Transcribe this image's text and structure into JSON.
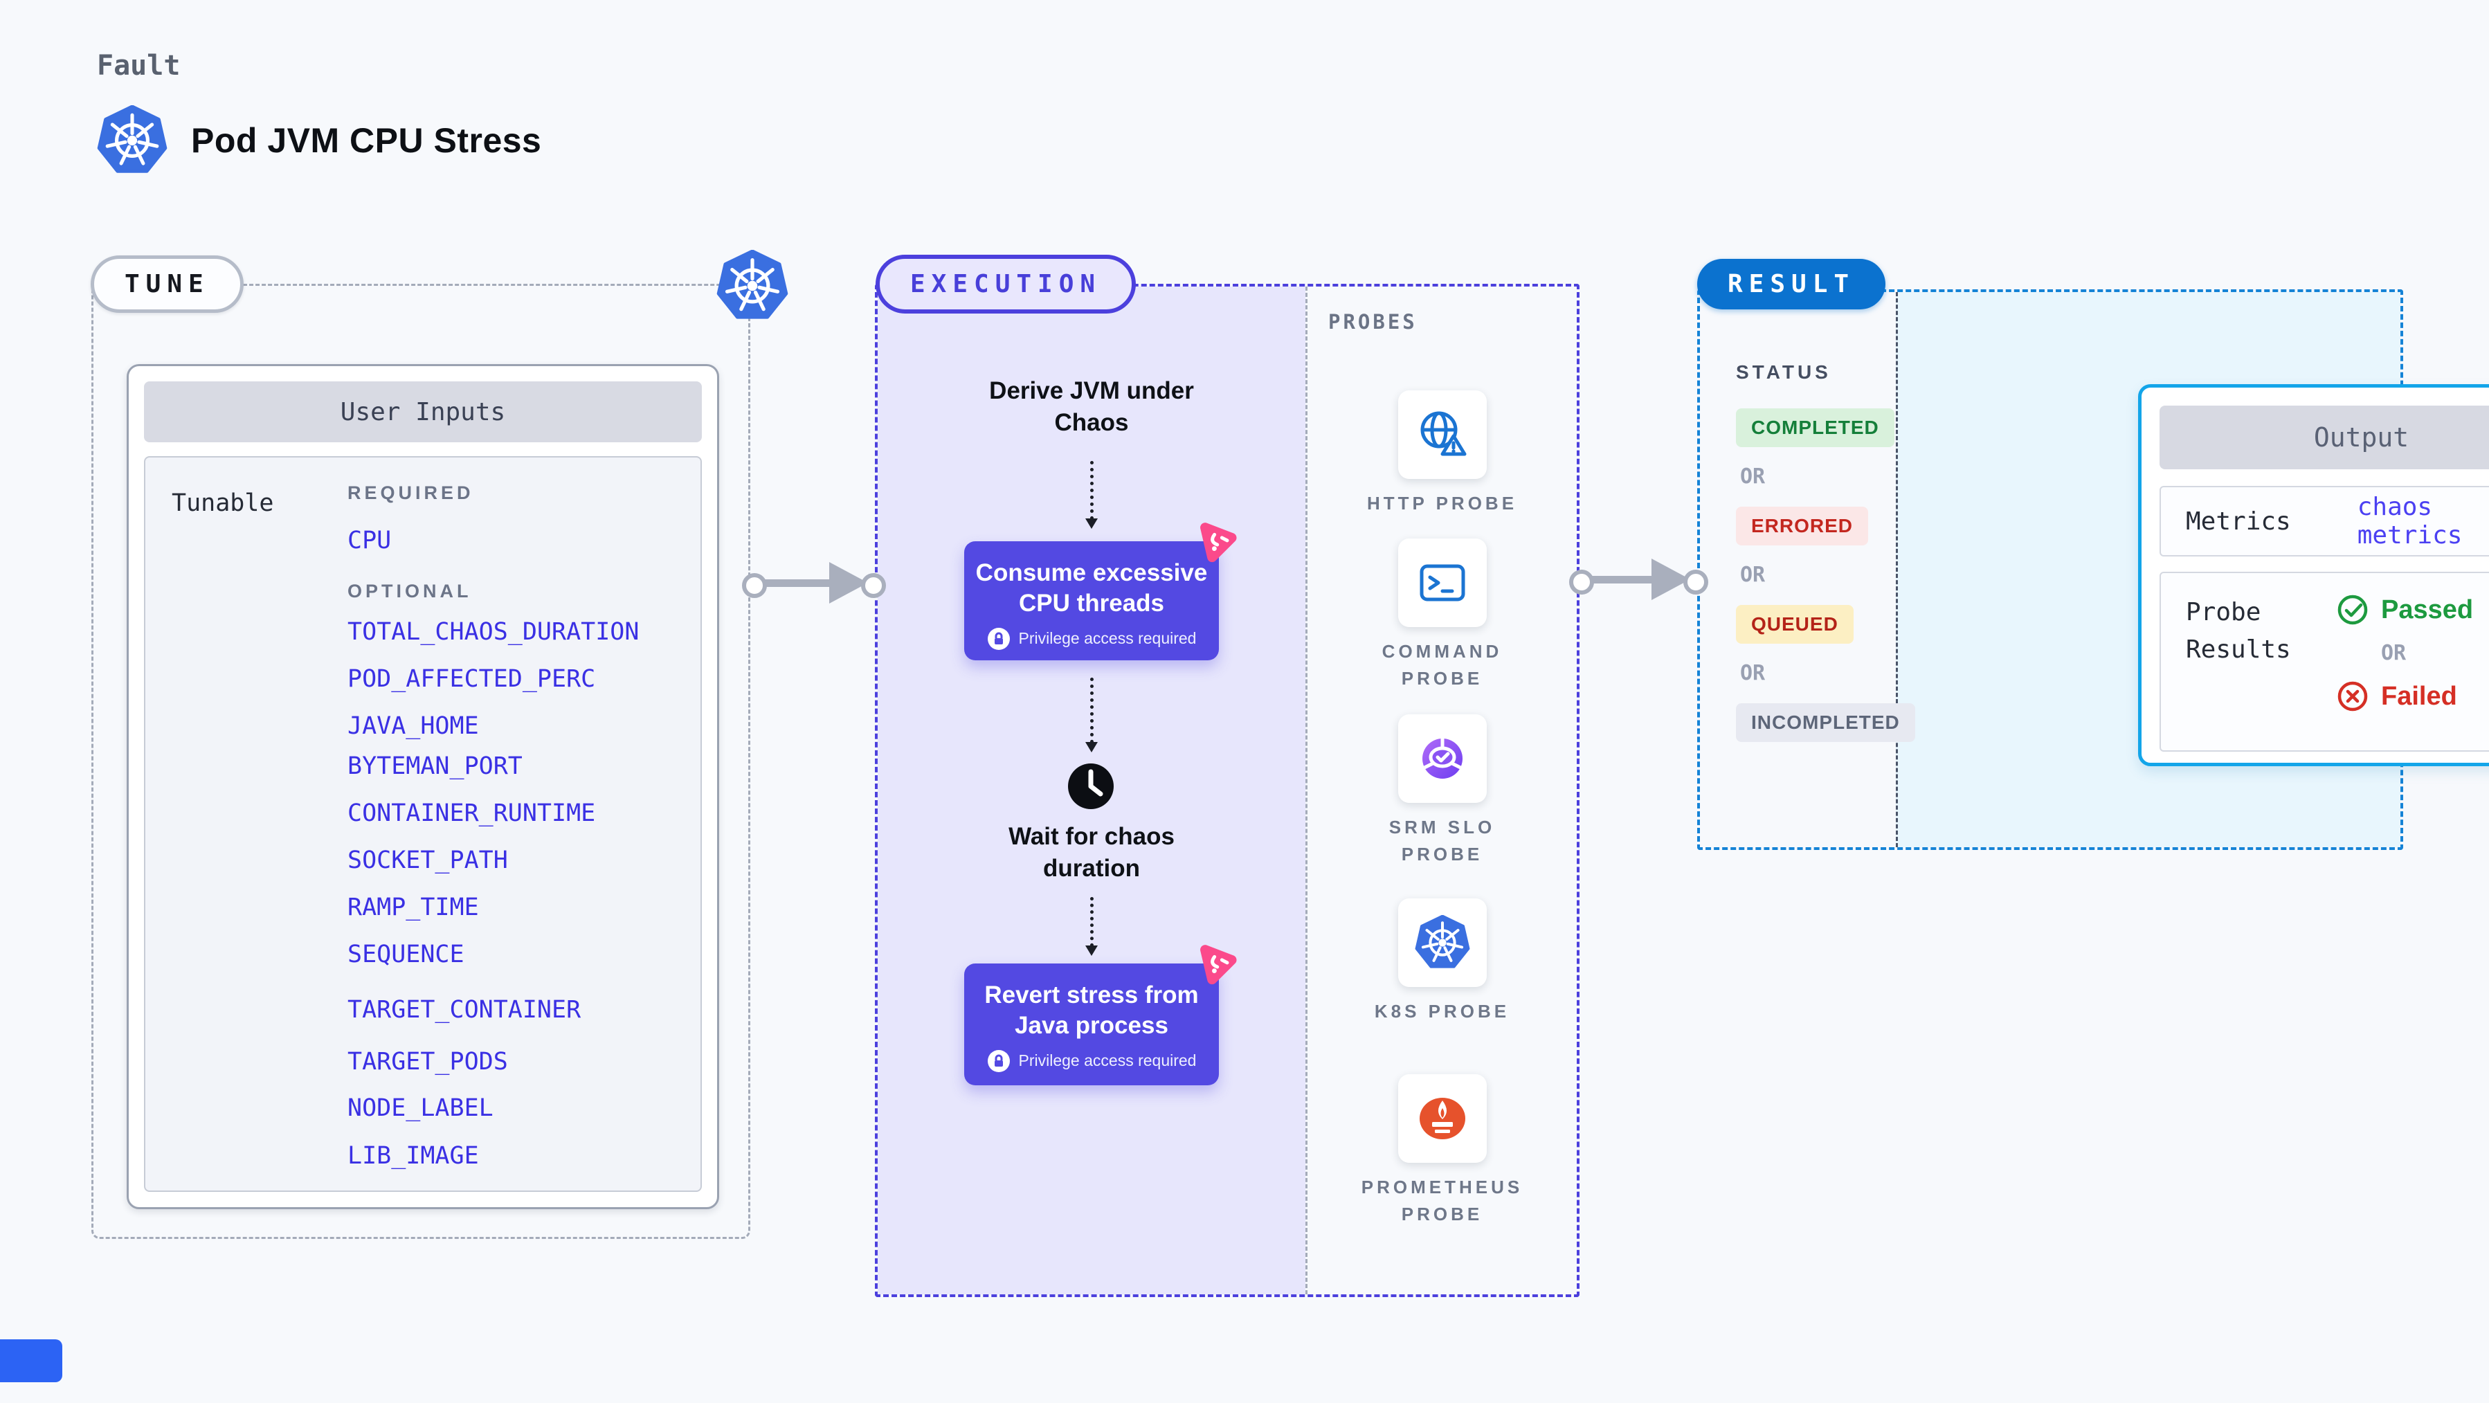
{
  "page": {
    "kicker": "Fault",
    "title": "Pod JVM CPU Stress"
  },
  "tune": {
    "badge": "TUNE",
    "card_title": "User Inputs",
    "row_label": "Tunable",
    "required_label": "REQUIRED",
    "required_items": [
      "CPU"
    ],
    "optional_label": "OPTIONAL",
    "optional_items": [
      "TOTAL_CHAOS_DURATION",
      "POD_AFFECTED_PERC",
      "JAVA_HOME",
      "BYTEMAN_PORT",
      "CONTAINER_RUNTIME",
      "SOCKET_PATH",
      "RAMP_TIME",
      "SEQUENCE",
      "TARGET_CONTAINER",
      "TARGET_PODS",
      "NODE_LABEL",
      "LIB_IMAGE"
    ]
  },
  "execution": {
    "badge": "EXECUTION",
    "step1": [
      "Derive JVM under",
      "Chaos"
    ],
    "box1": {
      "lines": [
        "Consume excessive",
        "CPU threads"
      ],
      "note": "Privilege access required"
    },
    "wait": [
      "Wait for chaos",
      "duration"
    ],
    "box2": {
      "lines": [
        "Revert stress from",
        "Java process"
      ],
      "note": "Privilege access required"
    },
    "probes": {
      "label": "PROBES",
      "items": [
        {
          "icon": "globe-alert-icon",
          "lines": [
            "HTTP PROBE"
          ]
        },
        {
          "icon": "terminal-icon",
          "lines": [
            "COMMAND",
            "PROBE"
          ]
        },
        {
          "icon": "slo-gauge-icon",
          "lines": [
            "SRM SLO",
            "PROBE"
          ]
        },
        {
          "icon": "kubernetes-icon",
          "lines": [
            "K8S PROBE"
          ]
        },
        {
          "icon": "prometheus-flame-icon",
          "lines": [
            "PROMETHEUS",
            "PROBE"
          ]
        }
      ]
    }
  },
  "result": {
    "badge": "RESULT",
    "status": {
      "label": "STATUS",
      "items": [
        {
          "text": "COMPLETED",
          "kind": "completed"
        },
        {
          "text": "OR",
          "kind": "or"
        },
        {
          "text": "ERRORED",
          "kind": "errored"
        },
        {
          "text": "OR",
          "kind": "or"
        },
        {
          "text": "QUEUED",
          "kind": "queued"
        },
        {
          "text": "OR",
          "kind": "or"
        },
        {
          "text": "INCOMPLETED",
          "kind": "incompleted"
        }
      ]
    },
    "output": {
      "title": "Output",
      "metrics_label": "Metrics",
      "metrics_value": "chaos metrics",
      "probe_results_label": [
        "Probe",
        "Results"
      ],
      "passed_label": "Passed",
      "or_label": "OR",
      "failed_label": "Failed"
    }
  },
  "colors": {
    "page_bg": "#f7f9fc",
    "tune_border": "#a4abb9",
    "execution_border": "#4c40dd",
    "execution_fill": "#e7e6fc",
    "chaos_box": "#5349e2",
    "litmus_pink": "#fb4a8b",
    "kubernetes_blue": "#3a6fe0",
    "probe_blue": "#1b74d2",
    "slo_purple": "#7c3aed",
    "prometheus_orange": "#e6522c",
    "result_border": "#1583d6",
    "result_badge": "#0b72cf",
    "output_border": "#13a5e9",
    "output_bg": "#e8f6fd",
    "param_link": "#3a30e4",
    "completed_green": "#157f3a",
    "errored_red": "#c3271f",
    "queued_red": "#b42318",
    "incompleted_gray": "#5d6679",
    "passed_green": "#1d9a3f",
    "failed_red": "#d52f25"
  }
}
